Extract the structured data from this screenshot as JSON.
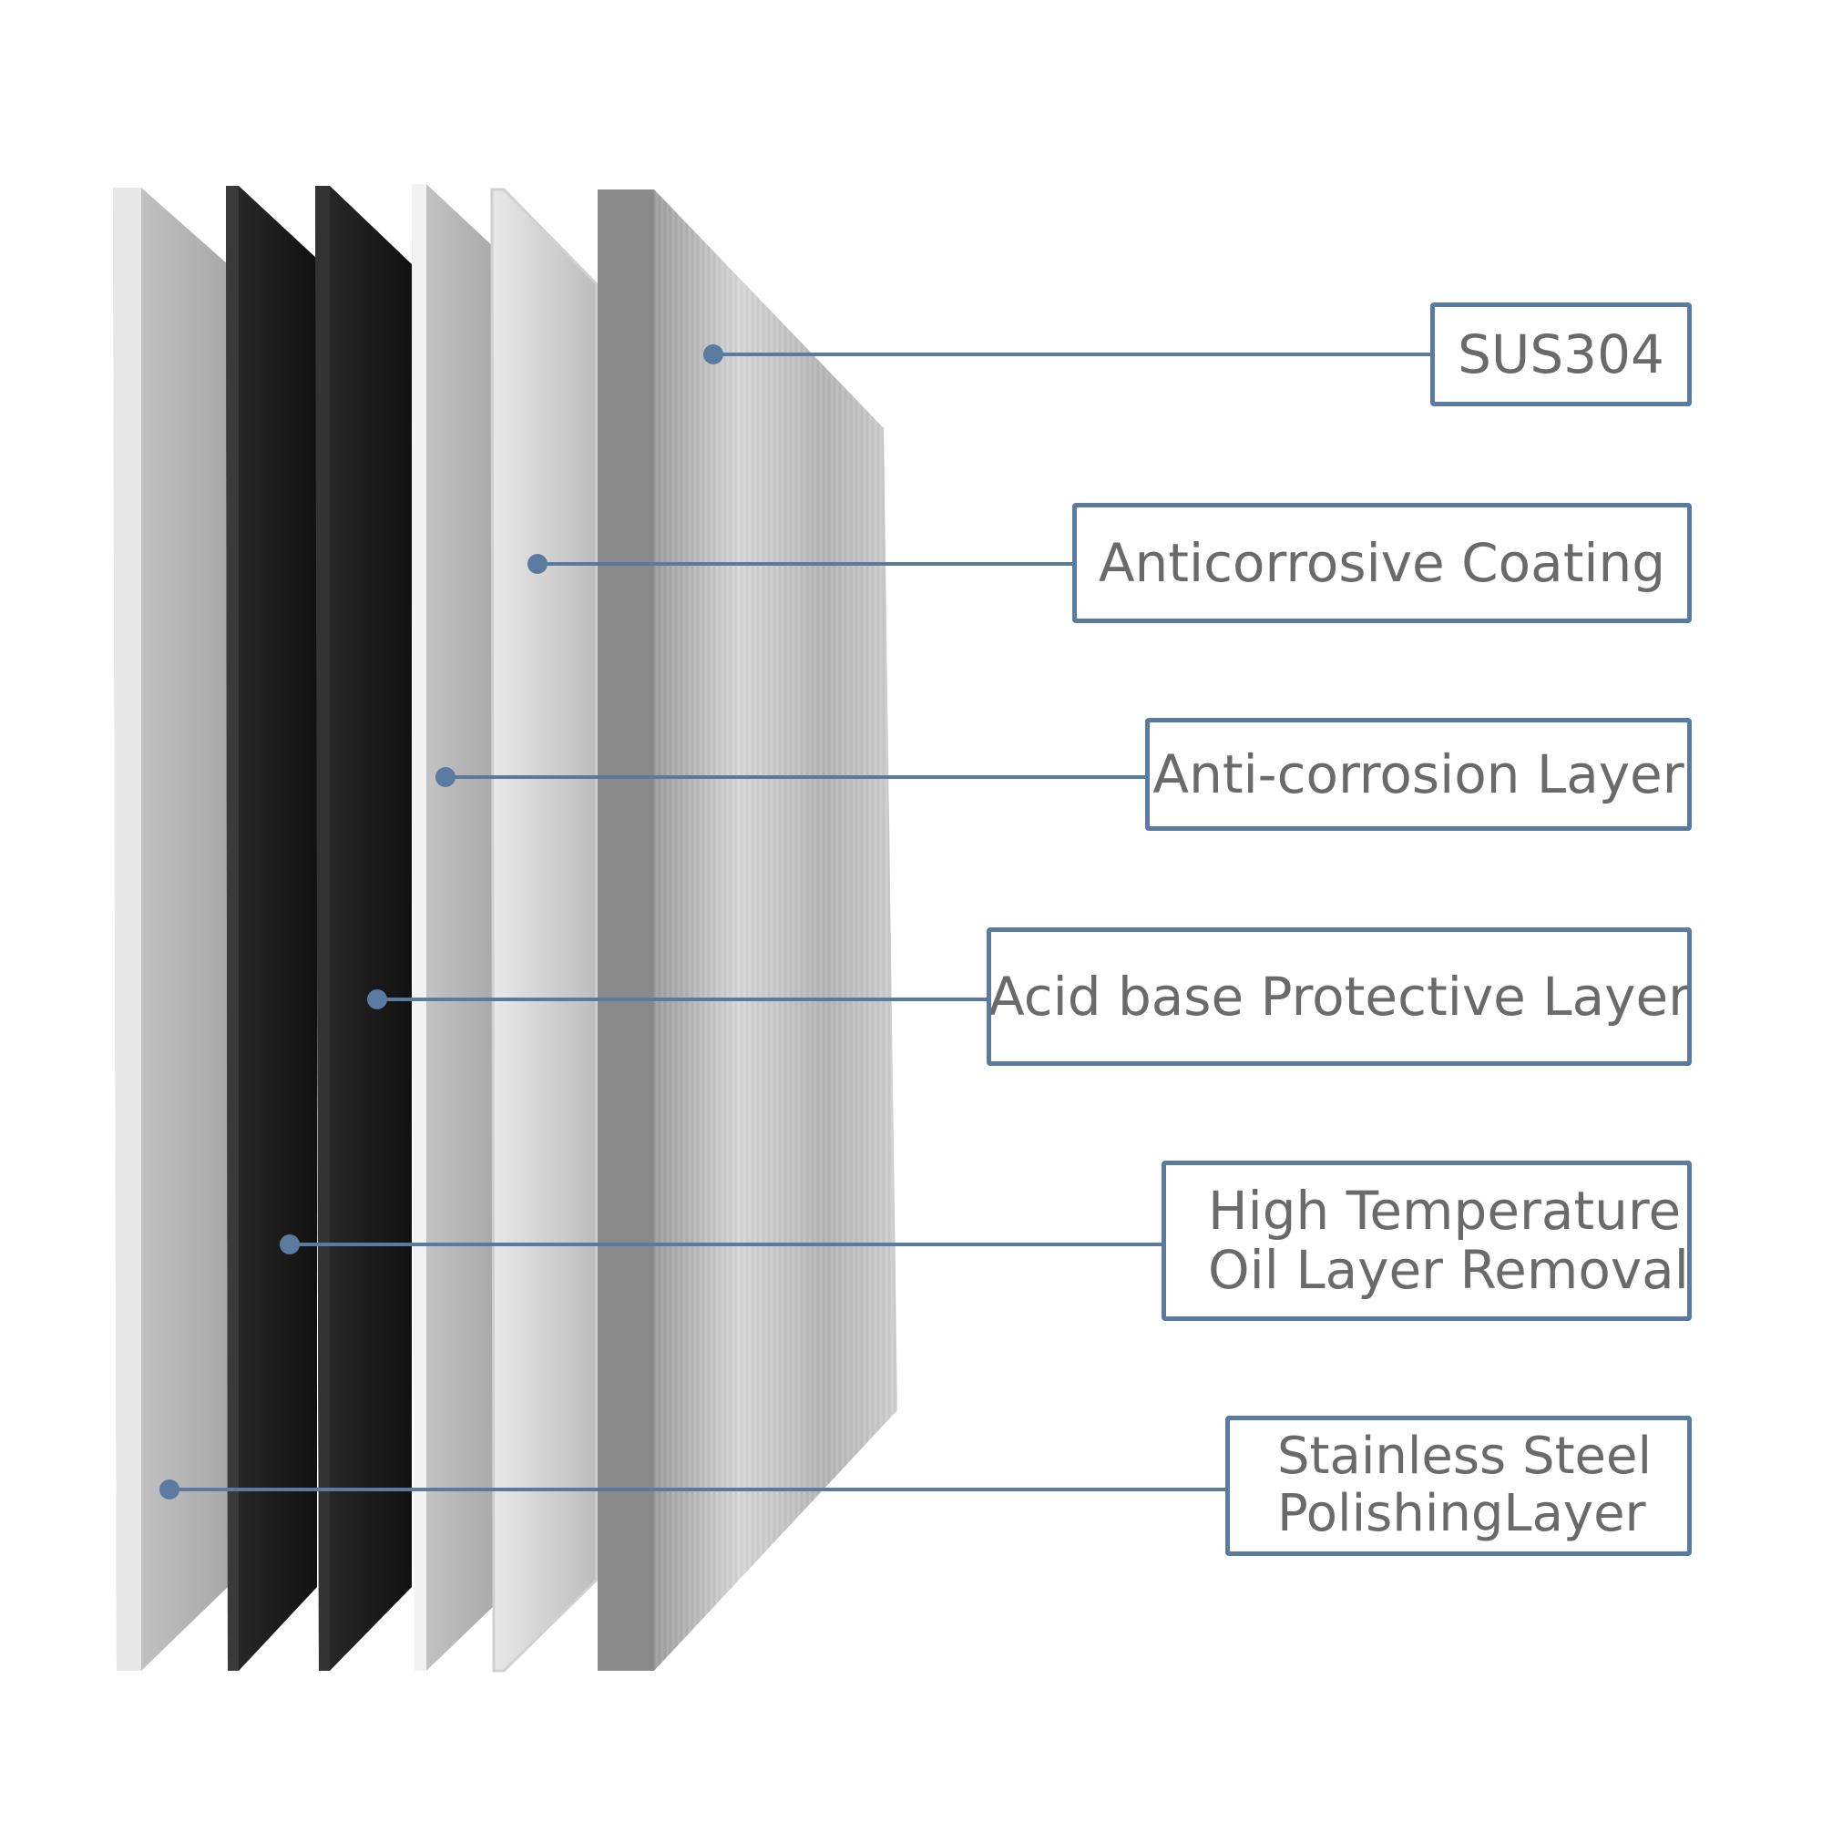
{
  "callouts": [
    {
      "id": "sus304",
      "lines": [
        "SUS304"
      ]
    },
    {
      "id": "anticorrosive-coating",
      "lines": [
        "Anticorrosive Coating"
      ]
    },
    {
      "id": "anti-corrosion-layer",
      "lines": [
        "Anti-corrosion Layer"
      ]
    },
    {
      "id": "acid-base",
      "lines": [
        "Acid base Protective Layer"
      ]
    },
    {
      "id": "high-temp",
      "lines": [
        "High Temperature",
        "Oil Layer Removal"
      ]
    },
    {
      "id": "stainless",
      "lines": [
        "Stainless Steel",
        "PolishingLayer"
      ]
    }
  ],
  "colors": {
    "accent": "#5a7aa0",
    "label_text": "#6a6a6a",
    "light_layer": "#b5b5b5",
    "dark_layer": "#222222",
    "steel": "#b9b9b9"
  }
}
